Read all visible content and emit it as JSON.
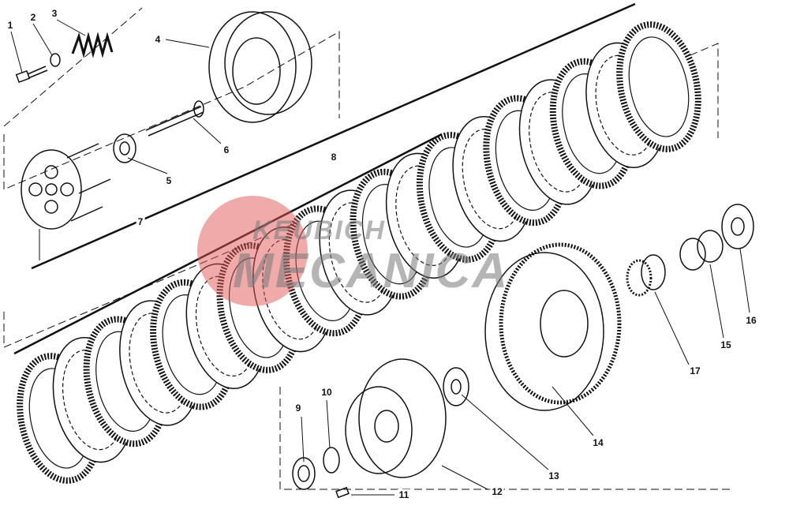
{
  "diagram": {
    "title": "Clutch exploded view",
    "callouts": [
      "1",
      "2",
      "3",
      "4",
      "5",
      "6",
      "7",
      "8",
      "9",
      "10",
      "11",
      "12",
      "13",
      "14",
      "15",
      "16",
      "17"
    ],
    "watermark": {
      "line1": "KEUBICH",
      "line2": "MECANICA",
      "color": "#e25555"
    }
  }
}
